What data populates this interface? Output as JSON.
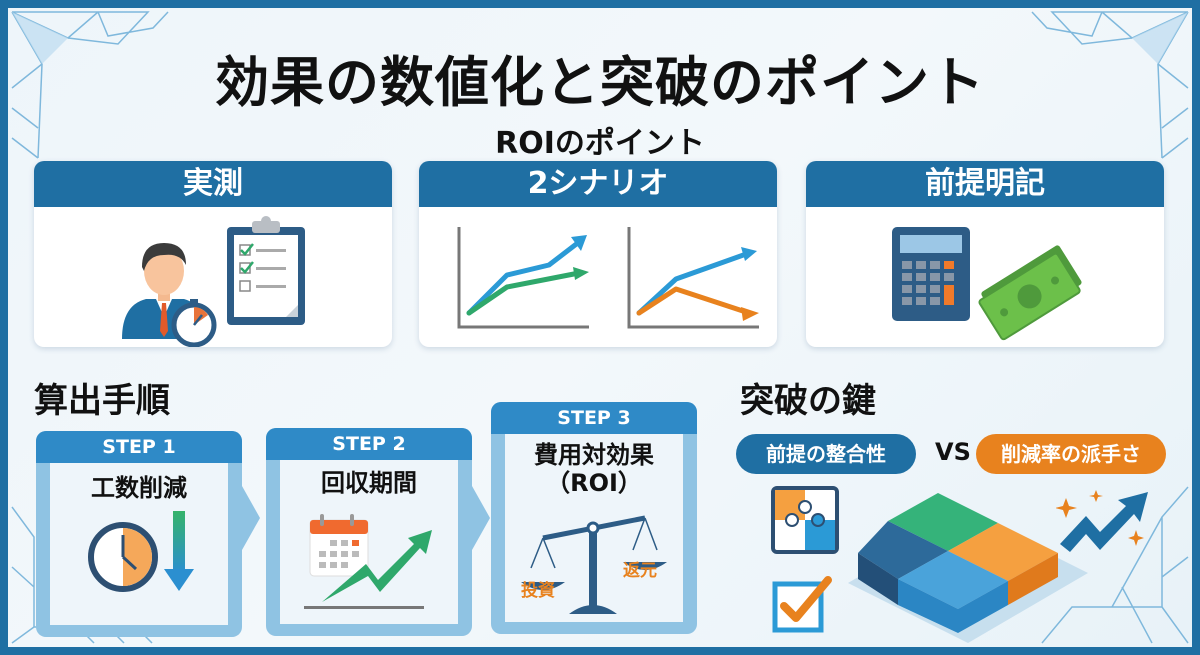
{
  "title": "効果の数値化と突破のポイント",
  "subtitle": "ROIのポイント",
  "cards": [
    {
      "label": "実測",
      "icon": "person-stopwatch-checklist-icon"
    },
    {
      "label": "2シナリオ",
      "icon": "two-line-charts-icon"
    },
    {
      "label": "前提明記",
      "icon": "calculator-money-icon"
    }
  ],
  "procedure": {
    "title": "算出手順",
    "steps": [
      {
        "step": "STEP 1",
        "label": "工数削減",
        "icon": "clock-down-arrow-icon"
      },
      {
        "step": "STEP 2",
        "label": "回収期間",
        "icon": "calendar-up-arrow-icon"
      },
      {
        "step": "STEP 3",
        "label_line1": "費用対効果",
        "label_line2": "（ROI）",
        "icon": "balance-scale-icon",
        "scale_left": "投資",
        "scale_right": "返元"
      }
    ]
  },
  "breakthrough": {
    "title": "突破の鍵",
    "left_pill": "前提の整合性",
    "vs": "VS",
    "right_pill": "削減率の派手さ",
    "icons": [
      "puzzle-icon",
      "checkbox-icon",
      "puzzle-3d-icon",
      "sparkle-arrow-icon"
    ]
  },
  "colors": {
    "primary_blue": "#1f6fa3",
    "step_blue": "#2f8ac7",
    "light_blue": "#8fc3e3",
    "orange": "#e8821e",
    "green": "#2fa86b",
    "sky": "#2b9ad6"
  }
}
